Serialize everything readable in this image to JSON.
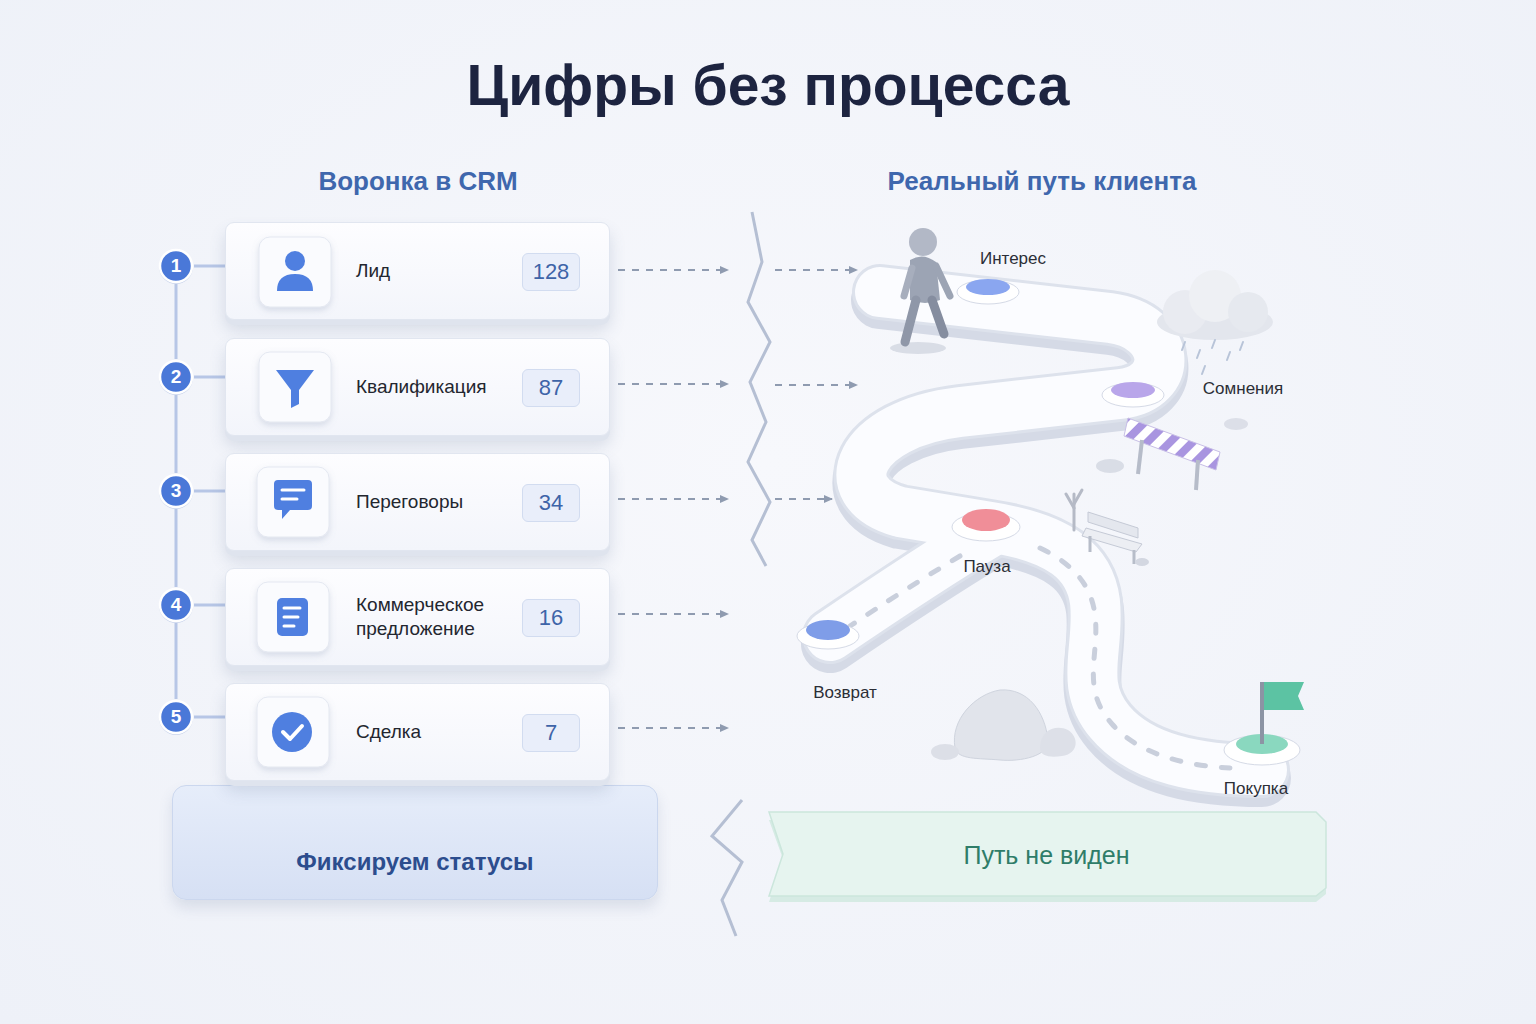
{
  "diagram": {
    "title": "Цифры без процесса",
    "nodes": [
      {
        "text": [
          "1"
        ]
      },
      {
        "text": [
          "Лид"
        ]
      },
      {
        "text": [
          "128"
        ],
        "in": 1
      },
      {
        "text": [
          "2"
        ]
      },
      {
        "text": [
          "Квалификация"
        ]
      },
      {
        "text": [
          "87"
        ],
        "in": 4
      },
      {
        "text": [
          "3"
        ]
      },
      {
        "text": [
          "Переговоры"
        ]
      },
      {
        "text": [
          "34"
        ],
        "in": 7
      },
      {
        "text": [
          "4"
        ]
      },
      {
        "text": [
          "Коммерческое предложение"
        ]
      },
      {
        "text": [
          "16"
        ],
        "in": 10
      },
      {
        "text": [
          "5"
        ]
      },
      {
        "text": [
          "Сделка"
        ]
      },
      {
        "text": [
          "7"
        ],
        "in": 13
      },
      {
        "text": [
          "Фиксируем статусы"
        ]
      },
      {
        "text": [
          "Путь не виден"
        ]
      }
    ],
    "edges": [
      {
        "from": 0,
        "to": 1,
        "arrow": "none"
      },
      {
        "from": 3,
        "to": 4,
        "arrow": "none"
      },
      {
        "from": 6,
        "to": 7,
        "arrow": "none"
      },
      {
        "from": 9,
        "to": 10,
        "arrow": "none"
      },
      {
        "from": 12,
        "to": 13,
        "arrow": "none"
      },
      {
        "from": 0,
        "to": 3,
        "arrow": "none"
      },
      {
        "from": 3,
        "to": 6,
        "arrow": "none"
      },
      {
        "from": 6,
        "to": 9,
        "arrow": "none"
      },
      {
        "from": 9,
        "to": 12,
        "arrow": "none"
      }
    ],
    "labels": [
      "Воронка в CRM",
      "Реальный путь клиента",
      "Интерес",
      "Сомнения",
      "Пауза",
      "Возврат",
      "Покупка"
    ]
  }
}
